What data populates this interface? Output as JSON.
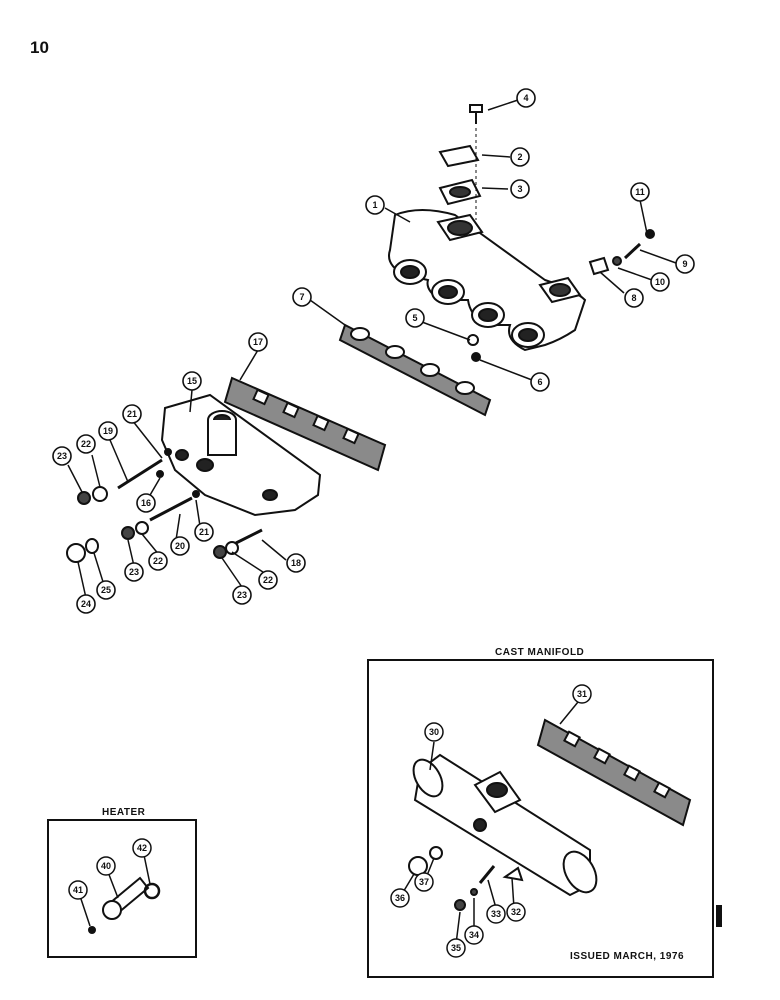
{
  "page_number": "10",
  "sections": {
    "heater_title": "HEATER",
    "cast_manifold_title": "CAST MANIFOLD"
  },
  "issued_note": "ISSUED MARCH, 1976",
  "callouts": [
    "1",
    "2",
    "3",
    "4",
    "5",
    "6",
    "7",
    "8",
    "9",
    "10",
    "11",
    "15",
    "16",
    "17",
    "18",
    "19",
    "20",
    "21",
    "21",
    "22",
    "22",
    "22",
    "23",
    "23",
    "23",
    "24",
    "25",
    "30",
    "31",
    "32",
    "33",
    "34",
    "35",
    "36",
    "37",
    "40",
    "41",
    "42"
  ],
  "colors": {
    "ink": "#111111",
    "paper": "#ffffff",
    "gasket_fill": "#8a8a8a"
  }
}
